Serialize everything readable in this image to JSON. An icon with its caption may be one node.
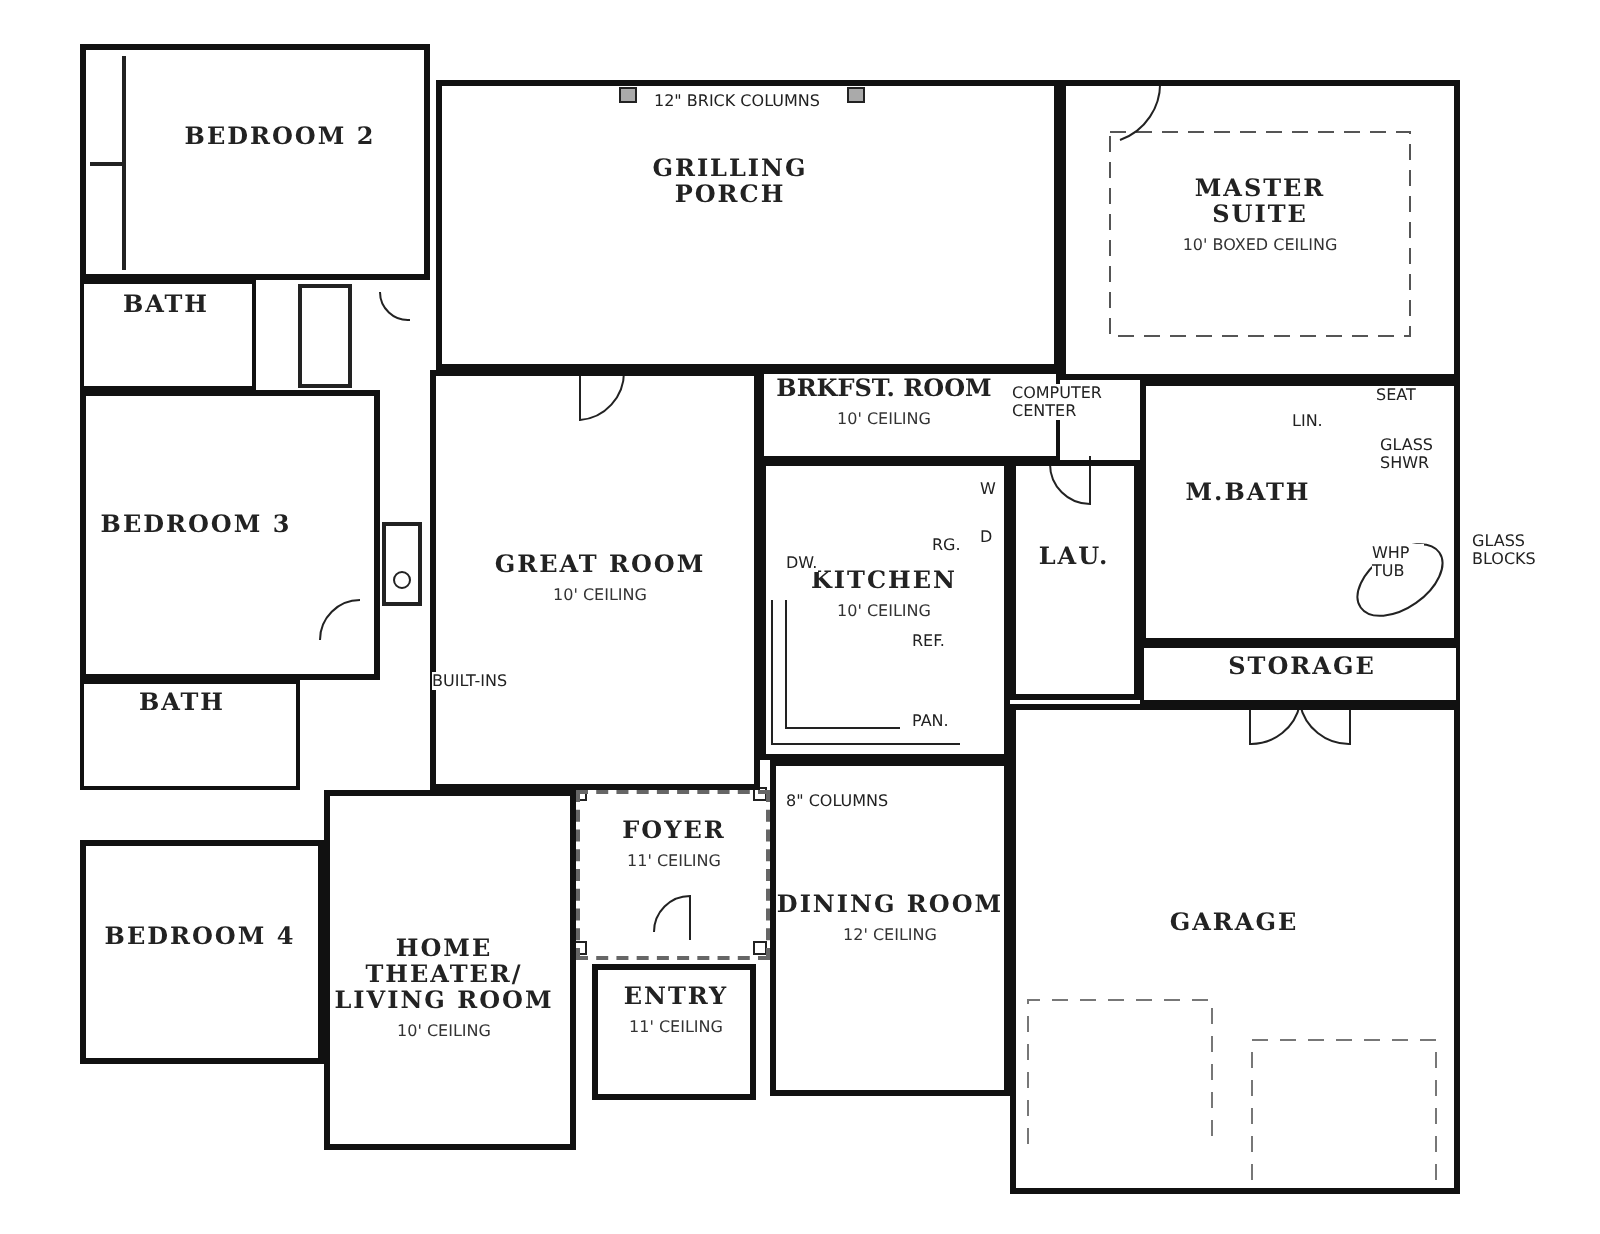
{
  "diagram": {
    "nodes": [
      {
        "text": [
          "BEDROOM 2"
        ]
      },
      {
        "text": [
          "BATH"
        ]
      },
      {
        "text": [
          "GRILLING PORCH"
        ]
      },
      {
        "text": [
          "MASTER SUITE",
          "10' BOXED CEILING"
        ]
      },
      {
        "text": [
          "BEDROOM 3"
        ]
      },
      {
        "text": [
          "GREAT ROOM",
          "10' CEILING"
        ]
      },
      {
        "text": [
          "BRKFST. ROOM",
          "10' CEILING"
        ]
      },
      {
        "text": [
          "KITCHEN",
          "10' CEILING"
        ]
      },
      {
        "text": [
          "LAU."
        ]
      },
      {
        "text": [
          "M.BATH"
        ]
      },
      {
        "text": [
          "STORAGE"
        ]
      },
      {
        "text": [
          "BATH"
        ]
      },
      {
        "text": [
          "FOYER",
          "11' CEILING"
        ]
      },
      {
        "text": [
          "BEDROOM 4"
        ]
      },
      {
        "text": [
          "HOME THEATER/ LIVING ROOM",
          "10' CEILING"
        ]
      },
      {
        "text": [
          "ENTRY",
          "11' CEILING"
        ]
      },
      {
        "text": [
          "DINING ROOM",
          "12' CEILING"
        ]
      },
      {
        "text": [
          "GARAGE"
        ]
      }
    ],
    "labels": [
      "12\" BRICK COLUMNS",
      "COMPUTER CENTER",
      "SEAT",
      "LIN.",
      "GLASS SHWR",
      "W",
      "D",
      "RG.",
      "DW.",
      "WHP TUB",
      "GLASS BLOCKS",
      "REF.",
      "PAN.",
      "BUILT-INS",
      "8\" COLUMNS"
    ]
  }
}
